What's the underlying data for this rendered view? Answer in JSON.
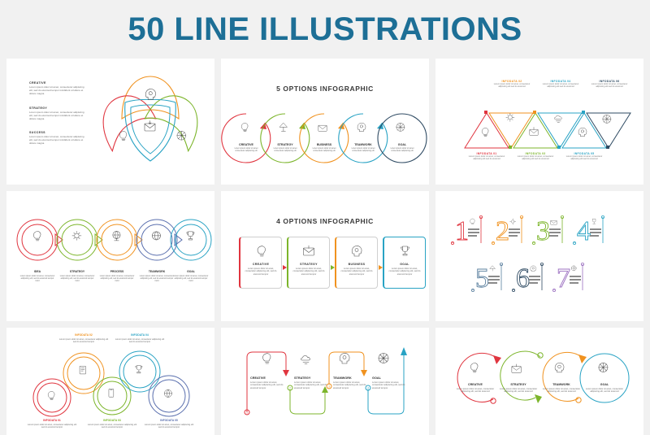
{
  "title": "50 LINE ILLUSTRATIONS",
  "colors": {
    "title": "#1d6f96",
    "background": "#f1f1f1",
    "panel": "#ffffff",
    "red": "#e0353f",
    "orange": "#f0921f",
    "green": "#7cb52b",
    "cyan": "#29a3c4",
    "navy": "#2f4b63",
    "purple": "#9b6fc0",
    "steel": "#5a7f9e",
    "teal": "#1d9ab5"
  },
  "lorem": {
    "short": "Lorem ipsum dolor sit amet, consectetur adipiscing elit, sed do eiusmod tempor incididunt ut labore et dolore magna",
    "medium": "Lorem ipsum dolor sit amet, consectetur adipiscing elit, sed do eiusmod tempor",
    "tiny": "Lorem ipsum dolor sit amet, consectetur adipiscing elit, sed do eiusmod tempor"
  },
  "panels": [
    {
      "id": "trefoil-shield",
      "title": "",
      "items": [
        {
          "label": "CREATIVE",
          "text": "Lorem ipsum dolor sit amet, consectetur adipiscing elit, sed do eiusmod tempor incididunt ut labore et dolore magna",
          "color": "#f0921f",
          "icon": "head-gear-icon"
        },
        {
          "label": "STRATEGY",
          "text": "Lorem ipsum dolor sit amet, consectetur adipiscing elit, sed do eiusmod tempor incididunt ut labore et dolore magna",
          "color": "#e0353f",
          "icon": "lightbulb-icon"
        },
        {
          "label": "SUCCESS",
          "text": "Lorem ipsum dolor sit amet, consectetur adipiscing elit, sed do eiusmod tempor incididunt ut labore et dolore magna",
          "color": "#7cb52b",
          "icon": "target-icon"
        }
      ],
      "center_icon": "envelope-icon",
      "center_color": "#29a3c4"
    },
    {
      "id": "five-options",
      "title": "5 OPTIONS INFOGRAPHIC",
      "items": [
        {
          "label": "CREATIVE",
          "text": "Lorem ipsum dolor sit amet consectetur adipiscing elit",
          "color": "#e0353f",
          "icon": "lightbulb-icon"
        },
        {
          "label": "STRATEGY",
          "text": "Lorem ipsum dolor sit amet consectetur adipiscing elit",
          "color": "#7cb52b",
          "icon": "tree-icon"
        },
        {
          "label": "BUSINESS",
          "text": "Lorem ipsum dolor sit amet consectetur adipiscing elit",
          "color": "#f0921f",
          "icon": "envelope-icon"
        },
        {
          "label": "TEAMWORK",
          "text": "Lorem ipsum dolor sit amet consectetur adipiscing elit",
          "color": "#29a3c4",
          "icon": "head-gear-icon"
        },
        {
          "label": "GOAL",
          "text": "Lorem ipsum dolor sit amet consectetur adipiscing elit",
          "color": "#2f4b63",
          "icon": "target-icon"
        }
      ]
    },
    {
      "id": "zigzag-triangles",
      "title": "",
      "items": [
        {
          "label": "INFODATA 01",
          "text": "Lorem ipsum dolor sit amet, consectetur adipiscing elit sed do eiusmod",
          "color": "#e0353f",
          "icon": "lightbulb-icon",
          "position": "bottom"
        },
        {
          "label": "INFODATA 02",
          "text": "Lorem ipsum dolor sit amet, consectetur adipiscing elit sed do eiusmod",
          "color": "#f0921f",
          "icon": "gear-icon",
          "position": "top"
        },
        {
          "label": "INFODATA 03",
          "text": "Lorem ipsum dolor sit amet, consectetur adipiscing elit sed do eiusmod",
          "color": "#7cb52b",
          "icon": "envelope-icon",
          "position": "bottom"
        },
        {
          "label": "INFODATA 04",
          "text": "Lorem ipsum dolor sit amet, consectetur adipiscing elit sed do eiusmod",
          "color": "#29a3c4",
          "icon": "cloud-icon",
          "position": "top"
        },
        {
          "label": "INFODATA 05",
          "text": "Lorem ipsum dolor sit amet, consectetur adipiscing elit sed do eiusmod",
          "color": "#29a3c4",
          "icon": "head-gear-icon",
          "position": "bottom"
        },
        {
          "label": "INFODATA 06",
          "text": "Lorem ipsum dolor sit amet, consectetur adipiscing elit sed do eiusmod",
          "color": "#2f4b63",
          "icon": "target-icon",
          "position": "top"
        }
      ]
    },
    {
      "id": "double-circles",
      "title": "",
      "items": [
        {
          "label": "IDEA",
          "text": "Lorem ipsum dolor sit amet, consectetur adipiscing elit, sed do eiusmod tempor incid",
          "color": "#e0353f",
          "icon": "lightbulb-icon"
        },
        {
          "label": "STRATEGY",
          "text": "Lorem ipsum dolor sit amet, consectetur adipiscing elit, sed do eiusmod tempor incid",
          "color": "#7cb52b",
          "icon": "gear-icon"
        },
        {
          "label": "PROCESS",
          "text": "Lorem ipsum dolor sit amet, consectetur adipiscing elit, sed do eiusmod tempor incid",
          "color": "#f0921f",
          "icon": "globe-icon"
        },
        {
          "label": "TEAMWORK",
          "text": "Lorem ipsum dolor sit amet, consectetur adipiscing elit, sed do eiusmod tempor incid",
          "color": "#5a6fae",
          "icon": "target-icon"
        },
        {
          "label": "GOAL",
          "text": "Lorem ipsum dolor sit amet, consectetur adipiscing elit, sed do eiusmod tempor incid",
          "color": "#29a3c4",
          "icon": "trophy-icon"
        }
      ]
    },
    {
      "id": "four-options",
      "title": "4 OPTIONS INFOGRAPHIC",
      "items": [
        {
          "label": "CREATIVE",
          "text": "Lorem ipsum dolor sit amet, consectetur adipiscing elit, sed do eiusmod tempor",
          "color": "#e0353f",
          "icon": "lightbulb-icon"
        },
        {
          "label": "STRATEGY",
          "text": "Lorem ipsum dolor sit amet, consectetur adipiscing elit, sed do eiusmod tempor",
          "color": "#7cb52b",
          "icon": "envelope-icon"
        },
        {
          "label": "BUSINESS",
          "text": "Lorem ipsum dolor sit amet, consectetur adipiscing elit, sed do eiusmod tempor",
          "color": "#f0921f",
          "icon": "head-gear-icon"
        },
        {
          "label": "GOAL",
          "text": "Lorem ipsum dolor sit amet, consectetur adipiscing elit, sed do eiusmod tempor",
          "color": "#29a3c4",
          "icon": "trophy-icon"
        }
      ]
    },
    {
      "id": "numbered-list",
      "title": "",
      "items": [
        {
          "number": "1",
          "color": "#e0353f",
          "icon": "lightbulb-icon",
          "text": "Lorem ipsum dolor"
        },
        {
          "number": "2",
          "color": "#f0921f",
          "icon": "gear-icon",
          "text": "Lorem ipsum dolor"
        },
        {
          "number": "3",
          "color": "#7cb52b",
          "icon": "envelope-icon",
          "text": "Lorem ipsum dolor"
        },
        {
          "number": "4",
          "color": "#29a3c4",
          "icon": "trophy-icon",
          "text": "Lorem ipsum dolor"
        },
        {
          "number": "5",
          "color": "#5a7f9e",
          "icon": "tree-icon",
          "text": "Lorem ipsum dolor"
        },
        {
          "number": "6",
          "color": "#2f4b63",
          "icon": "head-gear-icon",
          "text": "Lorem ipsum dolor"
        },
        {
          "number": "7",
          "color": "#9b6fc0",
          "icon": "target-icon",
          "text": "Lorem ipsum dolor"
        }
      ]
    },
    {
      "id": "chain-circles",
      "title": "",
      "items": [
        {
          "label": "INFODATA 01",
          "text": "Lorem ipsum dolor sit amet, consectetur adipiscing elit sed do eiusmod tempor",
          "color": "#e0353f",
          "icon": "lightbulb-icon",
          "position": "bottom"
        },
        {
          "label": "INFODATA 02",
          "text": "Lorem ipsum dolor sit amet, consectetur adipiscing elit sed do eiusmod tempor",
          "color": "#f0921f",
          "icon": "document-icon",
          "position": "top"
        },
        {
          "label": "INFODATA 03",
          "text": "Lorem ipsum dolor sit amet, consectetur adipiscing elit sed do eiusmod tempor",
          "color": "#7cb52b",
          "icon": "mobile-icon",
          "position": "bottom"
        },
        {
          "label": "INFODATA 04",
          "text": "Lorem ipsum dolor sit amet, consectetur adipiscing elit sed do eiusmod tempor",
          "color": "#29a3c4",
          "icon": "trophy-icon",
          "position": "top"
        },
        {
          "label": "INFODATA 05",
          "text": "Lorem ipsum dolor sit amet, consectetur adipiscing elit sed do eiusmod tempor",
          "color": "#5a6fae",
          "icon": "globe-icon",
          "position": "bottom"
        }
      ]
    },
    {
      "id": "zigzag-arrows",
      "title": "",
      "items": [
        {
          "label": "CREATIVE",
          "text": "Lorem ipsum dolor sit amet, consectetur adipiscing elit, sed do eiusmod tempor",
          "color": "#e0353f",
          "icon": "lightbulb-icon",
          "marker": "1"
        },
        {
          "label": "STRATEGY",
          "text": "Lorem ipsum dolor sit amet, consectetur adipiscing elit, sed do eiusmod tempor",
          "color": "#7cb52b",
          "icon": "cloud-icon",
          "marker": "2"
        },
        {
          "label": "TEAMWORK",
          "text": "Lorem ipsum dolor sit amet, consectetur adipiscing elit, sed do eiusmod tempor",
          "color": "#f0921f",
          "icon": "head-gear-icon",
          "marker": "3"
        },
        {
          "label": "GOAL",
          "text": "Lorem ipsum dolor sit amet, consectetur adipiscing elit, sed do eiusmod tempor",
          "color": "#29a3c4",
          "icon": "target-icon",
          "marker": "4"
        }
      ]
    },
    {
      "id": "overlap-circles",
      "title": "",
      "items": [
        {
          "label": "CREATIVE",
          "text": "Lorem ipsum dolor sit amet, consectetur adipiscing elit, sed do eiusmod",
          "color": "#e0353f",
          "icon": "lightbulb-icon"
        },
        {
          "label": "STRATEGY",
          "text": "Lorem ipsum dolor sit amet, consectetur adipiscing elit, sed do eiusmod",
          "color": "#7cb52b",
          "icon": "envelope-icon"
        },
        {
          "label": "TEAMWORK",
          "text": "Lorem ipsum dolor sit amet, consectetur adipiscing elit, sed do eiusmod",
          "color": "#f0921f",
          "icon": "head-gear-icon"
        },
        {
          "label": "GOAL",
          "text": "Lorem ipsum dolor sit amet, consectetur adipiscing elit, sed do eiusmod",
          "color": "#29a3c4",
          "icon": "target-icon"
        }
      ]
    }
  ]
}
